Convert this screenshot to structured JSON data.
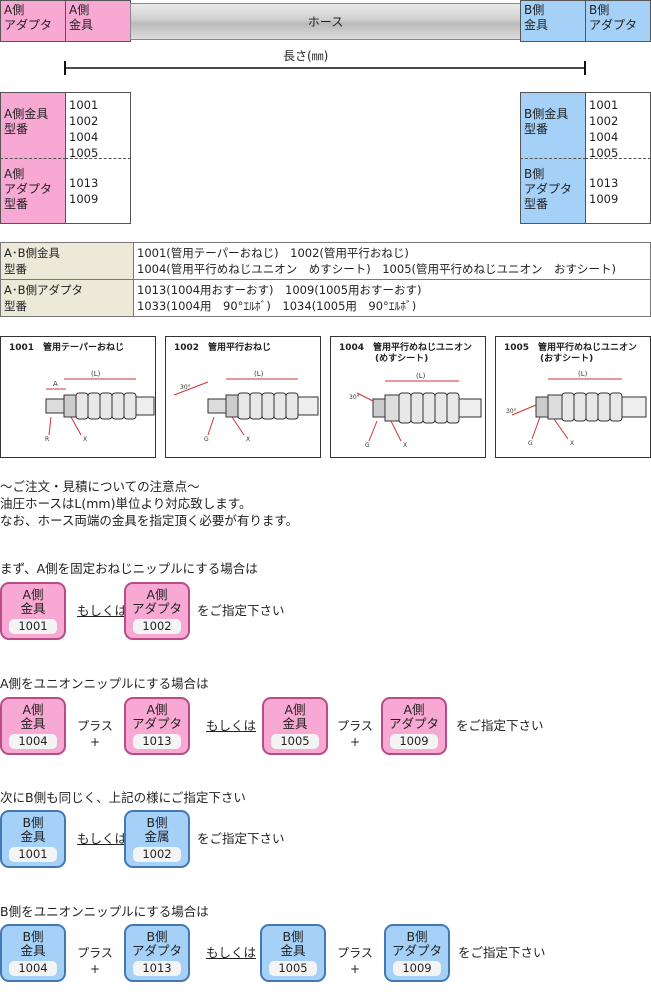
{
  "header": {
    "a_adapter": "A側\nアダプタ",
    "a_fitting": "A側\n金具",
    "hose": "ホース",
    "b_fitting": "B側\n金具",
    "b_adapter": "B側\nアダプタ",
    "length": "長さ(㎜)"
  },
  "parts": {
    "a_fitting_label": "A側金具\n型番",
    "a_fitting_codes": "1001\n1002\n1004\n1005",
    "a_adapter_label": "A側\nアダプタ\n型番",
    "a_adapter_codes": "1013\n1009",
    "b_fitting_label": "B側金具\n型番",
    "b_fitting_codes": "1001\n1002\n1004\n1005",
    "b_adapter_label": "B側\nアダプタ\n型番",
    "b_adapter_codes": "1013\n1009"
  },
  "table": {
    "row1_label": "A･B側金具\n型番",
    "row1_l1": "1001(管用テーパーおねじ)　1002(管用平行おねじ)",
    "row1_l2": "1004(管用平行めねじユニオン　めすシート)　1005(管用平行めねじユニオン　おすシート)",
    "row2_label": "A･B側アダプタ\n型番",
    "row2_l1": "1013(1004用おすーおす)　1009(1005用おすーおす)",
    "row2_l2": "1033(1004用　90°ｴﾙﾎﾞ)　1034(1005用　90°ｴﾙﾎﾞ)"
  },
  "figures": [
    {
      "caption": "1001　管用テーパーおねじ"
    },
    {
      "caption": "1002　管用平行おねじ"
    },
    {
      "caption": "1004　管用平行めねじユニオン\n　　　　(めすシート)"
    },
    {
      "caption": "1005　管用平行めねじユニオン\n　　　　(おすシート)"
    }
  ],
  "notes": {
    "l1": "～ご注文・見積についての注意点～",
    "l2": "油圧ホースはL(mm)単位より対応致します。",
    "l3": "なお、ホース両端の金具を指定頂く必要が有ります。"
  },
  "s1": {
    "title": "まず、A側を固定おねじニップルにする場合は",
    "b1": {
      "text": "A側\n金具",
      "num": "1001"
    },
    "or": "もしくは",
    "b2": {
      "text": "A側\nアダプタ",
      "num": "1002"
    },
    "end": "をご指定下さい"
  },
  "s2": {
    "title": "A側をユニオンニップルにする場合は",
    "b1": {
      "text": "A側\n金具",
      "num": "1004"
    },
    "plus1": "プラス\n+",
    "b2": {
      "text": "A側\nアダプタ",
      "num": "1013"
    },
    "or": "もしくは",
    "b3": {
      "text": "A側\n金具",
      "num": "1005"
    },
    "plus2": "プラス\n+",
    "b4": {
      "text": "A側\nアダプタ",
      "num": "1009"
    },
    "end": "をご指定下さい"
  },
  "s3": {
    "title": "次にB側も同じく、上記の様にご指定下さい",
    "b1": {
      "text": "B側\n金具",
      "num": "1001"
    },
    "or": "もしくは",
    "b2": {
      "text": "B側\n金属",
      "num": "1002"
    },
    "end": "をご指定下さい"
  },
  "s4": {
    "title": "B側をユニオンニップルにする場合は",
    "b1": {
      "text": "B側\n金具",
      "num": "1004"
    },
    "plus1": "プラス\n+",
    "b2": {
      "text": "B側\nアダプタ",
      "num": "1013"
    },
    "or": "もしくは",
    "b3": {
      "text": "B側\n金具",
      "num": "1005"
    },
    "plus2": "プラス\n+",
    "b4": {
      "text": "B側\nアダプタ",
      "num": "1009"
    },
    "end": "をご指定下さい"
  },
  "colors": {
    "pink": "#f7a8d3",
    "blue": "#a5d0f8"
  }
}
